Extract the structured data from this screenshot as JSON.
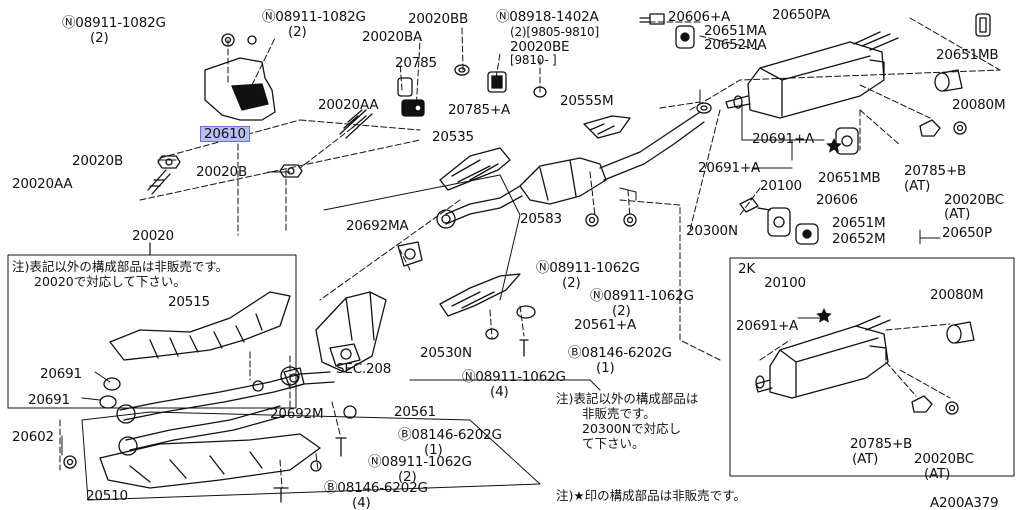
{
  "diagram_code": "A200A379",
  "part_labels": {
    "n08911_1082g_a": "Ⓝ08911-1082G",
    "n08911_1082g_a_qty": "(2)",
    "n08911_1082g_b": "Ⓝ08911-1082G",
    "n08911_1082g_b_qty": "(2)",
    "p20020ba": "20020BA",
    "p20020bb": "20020BB",
    "n08918_1402a": "Ⓝ08918-1402A",
    "n08918_1402a_date": "(2)[9805-9810]",
    "p20020be": "20020BE",
    "p20020be_date": "[9810-     ]",
    "p20606_a": "20606+A",
    "p20650pa": "20650PA",
    "p20651ma": "20651MA",
    "p20652ma": "20652MA",
    "p20651mb_a": "20651MB",
    "p20080m_a": "20080M",
    "p20785_a": "20785",
    "p20785_plus_a": "20785+A",
    "p20555m": "20555M",
    "p20020aa_a": "20020AA",
    "p20610": "20610",
    "p20020b_a": "20020B",
    "p20020aa_b": "20020AA",
    "p20020b_b": "20020B",
    "p20535": "20535",
    "p20691_plus_a": "20691+A",
    "p20691_plus_a_2": "20691+A",
    "p20100": "20100",
    "p20651mb_b": "20651MB",
    "p20785_b": "20785+B",
    "p20785_b_at": "(AT)",
    "p20020bc": "20020BC",
    "p20020bc_at": "(AT)",
    "p20606": "20606",
    "p20651m": "20651M",
    "p20652m": "20652M",
    "p20650p": "20650P",
    "p20300n": "20300N",
    "p20583": "20583",
    "p20692ma": "20692MA",
    "p20020": "20020",
    "p20515": "20515",
    "p20691_a": "20691",
    "p20691_b": "20691",
    "p20602": "20602",
    "p20510": "20510",
    "p20692m": "20692M",
    "p20561": "20561",
    "p20530n": "20530N",
    "sec208": "SEC.208",
    "n08911_1062g_a": "Ⓝ08911-1062G",
    "n08911_1062g_a_qty": "(2)",
    "n08911_1062g_b": "Ⓝ08911-1062G",
    "n08911_1062g_b_qty": "(2)",
    "p20561_a": "20561+A",
    "b08146_6202g_a": "Ⓑ08146-6202G",
    "b08146_6202g_a_qty": "(1)",
    "n08911_1062g_c": "Ⓝ08911-1062G",
    "n08911_1062g_c_qty": "(4)",
    "b08146_6202g_b": "Ⓑ08146-6202G",
    "b08146_6202g_b_qty": "(1)",
    "n08911_1062g_d": "Ⓝ08911-1062G",
    "n08911_1062g_d_qty": "(2)",
    "b08146_6202g_c": "Ⓑ08146-6202G",
    "b08146_6202g_c_qty": "(4)"
  },
  "inset_2k": {
    "title": "2K",
    "p20100": "20100",
    "p20080m": "20080M",
    "p20691_plus_a": "20691+A",
    "p20785_b": "20785+B",
    "p20785_b_at": "(AT)",
    "p20020bc": "20020BC",
    "p20020bc_at": "(AT)"
  },
  "notes": {
    "left_line1": "注)表記以外の構成部品は非販売です。",
    "left_line2": "20020で対応して下さい。",
    "center_line1": "注)表記以外の構成部品は",
    "center_line2": "非販売です。",
    "center_line3": "20300Nで対応し",
    "center_line4": "て下さい。",
    "bottom_line": "注)★印の構成部品は非販売です。"
  }
}
